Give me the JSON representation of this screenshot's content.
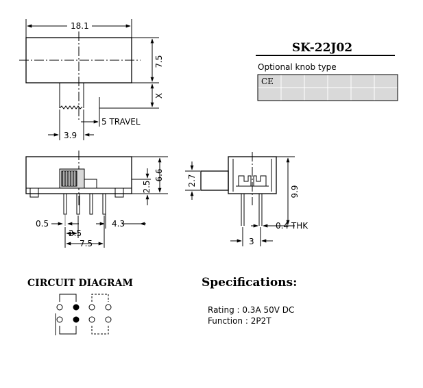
{
  "title": "SK-22J02",
  "knob": {
    "heading": "Optional knob type",
    "cells": [
      "CE",
      "",
      "",
      "",
      "",
      "",
      "",
      "",
      "",
      "",
      "",
      ""
    ]
  },
  "top_view": {
    "width": "18.1",
    "height": "7.5",
    "x": "X",
    "travel": "5 TRAVEL",
    "knob_offset": "3.9"
  },
  "front_view": {
    "height_total": "6.6",
    "height_body": "2.5",
    "pin_width": "0.5",
    "pitch": "2.5",
    "pin_span": "7.5",
    "lead_length": "4.3"
  },
  "side_view": {
    "knob_height": "2.7",
    "height": "9.9",
    "thickness": "0.4 THK",
    "pin_spacing": "3"
  },
  "circuit": {
    "heading": "CIRCUIT DIAGRAM"
  },
  "specs": {
    "heading": "Specifications:",
    "rating": "Rating : 0.3A 50V DC",
    "function": "Function : 2P2T"
  },
  "colors": {
    "knob_table_bg": "#d9d9d9",
    "line": "#000000"
  }
}
